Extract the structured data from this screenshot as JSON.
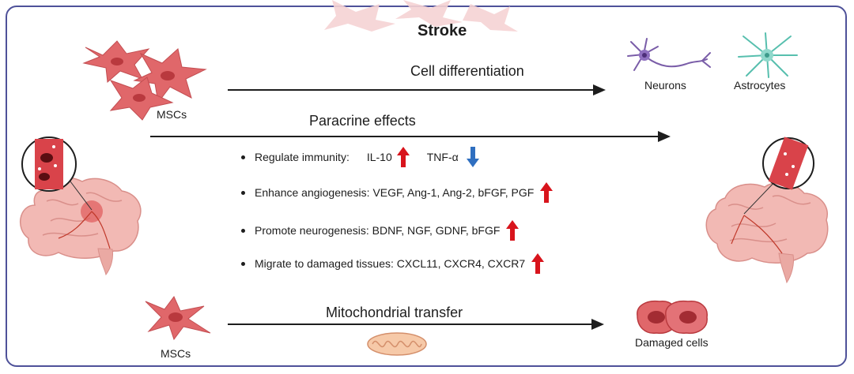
{
  "title": "Stroke",
  "arrows": {
    "differentiation_label": "Cell differentiation",
    "paracrine_label": "Paracrine effects",
    "mito_label": "Mitochondrial transfer"
  },
  "cells": {
    "mscs_top": "MSCs",
    "mscs_bottom": "MSCs",
    "neurons": "Neurons",
    "astrocytes": "Astrocytes",
    "damaged_cells": "Damaged cells"
  },
  "effects": [
    {
      "text": "Regulate immunity:",
      "up": "IL-10",
      "down": "TNF-α"
    },
    {
      "text": "Enhance angiogenesis: VEGF, Ang-1, Ang-2, bFGF, PGF"
    },
    {
      "text": "Promote neurogenesis: BDNF, NGF, GDNF, bFGF"
    },
    {
      "text": "Migrate to damaged tissues: CXCL11, CXCR4, CXCR7"
    }
  ],
  "colors": {
    "border": "#4e5199",
    "up_arrow": "#d8141c",
    "down_arrow": "#2f6fc0",
    "msc": "#e0676a",
    "brain": "#f2b9b4"
  }
}
